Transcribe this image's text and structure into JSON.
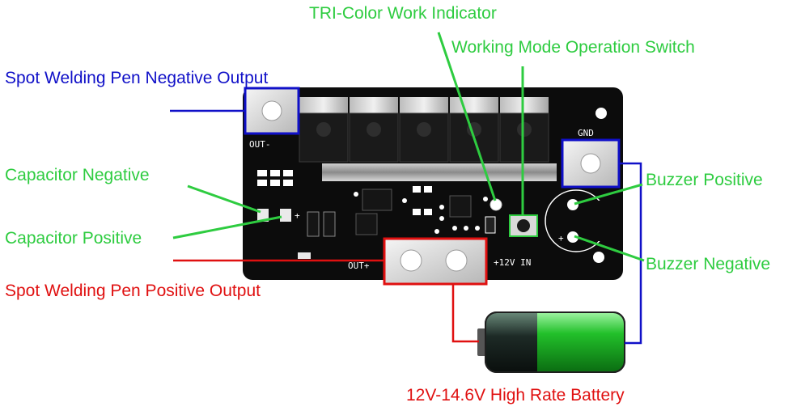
{
  "labels": {
    "tri_color": "TRI-Color Work Indicator",
    "mode_switch": "Working Mode Operation Switch",
    "pen_negative": "Spot Welding Pen Negative Output",
    "cap_negative": "Capacitor Negative",
    "cap_positive": "Capacitor Positive",
    "pen_positive": "Spot Welding Pen Positive Output",
    "buzzer_positive": "Buzzer Positive",
    "buzzer_negative": "Buzzer Negative",
    "battery": "12V-14.6V High Rate Battery"
  },
  "silkscreen": {
    "out_minus": "OUT-",
    "out_plus": "OUT+",
    "gnd": "GND",
    "power_in": "+12V IN",
    "plus_mark": "+"
  },
  "colors": {
    "pcb": "#0c0c0c",
    "label_green": "#2ecc40",
    "label_blue": "#1010c8",
    "label_red": "#e01010",
    "battery_green": "#22c02a"
  }
}
